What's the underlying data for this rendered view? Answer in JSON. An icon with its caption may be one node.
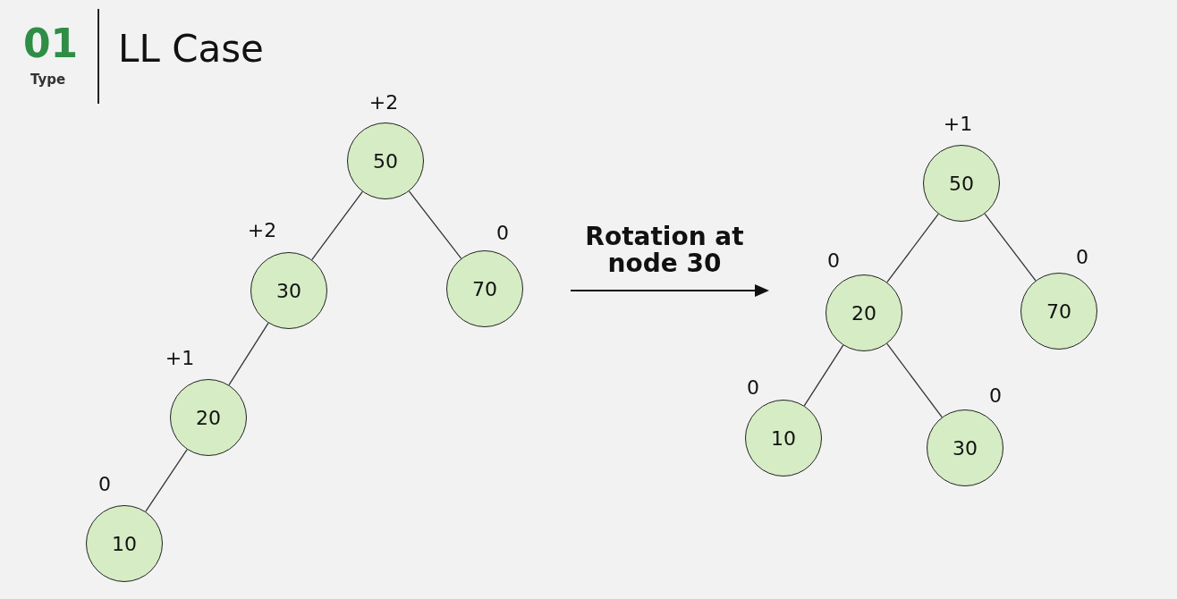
{
  "diagram": {
    "title": "LL Case",
    "nodes": [
      {
        "text": [
          "50"
        ],
        "beside": [
          "+2"
        ]
      },
      {
        "text": [
          "30"
        ],
        "beside": [
          "+2"
        ]
      },
      {
        "text": [
          "70"
        ],
        "beside": [
          "0"
        ]
      },
      {
        "text": [
          "20"
        ],
        "beside": [
          "+1"
        ]
      },
      {
        "text": [
          "10"
        ],
        "beside": [
          "0"
        ]
      },
      {
        "text": [
          "50"
        ],
        "beside": [
          "+1"
        ]
      },
      {
        "text": [
          "20"
        ],
        "beside": [
          "0"
        ]
      },
      {
        "text": [
          "70"
        ],
        "beside": [
          "0"
        ]
      },
      {
        "text": [
          "10"
        ],
        "beside": [
          "0"
        ]
      },
      {
        "text": [
          "30"
        ],
        "beside": [
          "0"
        ]
      }
    ],
    "edges": [
      {
        "from": 0,
        "to": 1,
        "arrow": "none"
      },
      {
        "from": 0,
        "to": 2,
        "arrow": "none"
      },
      {
        "from": 1,
        "to": 3,
        "arrow": "none"
      },
      {
        "from": 3,
        "to": 4,
        "arrow": "none"
      },
      {
        "from": 5,
        "to": 6,
        "arrow": "none"
      },
      {
        "from": 5,
        "to": 7,
        "arrow": "none"
      },
      {
        "from": 6,
        "to": 8,
        "arrow": "none"
      },
      {
        "from": 6,
        "to": 9,
        "arrow": "none"
      }
    ],
    "labels": [
      "01",
      "Type",
      "Rotation at node 30"
    ]
  }
}
